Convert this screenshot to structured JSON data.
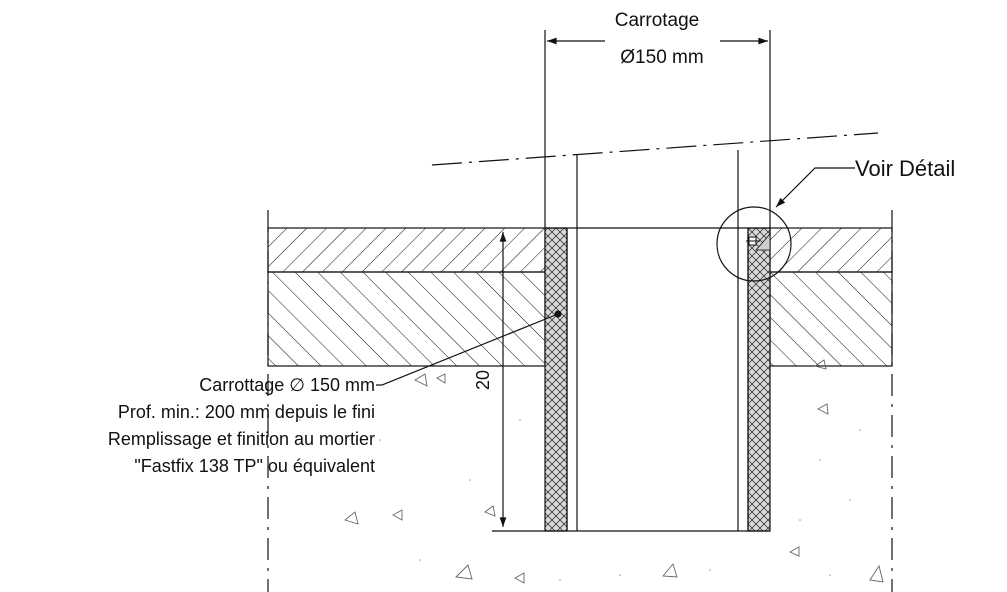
{
  "top_dimension": {
    "line1": "Carrotage",
    "line2": "Ø150 mm"
  },
  "detail_callout": {
    "label": "Voir Détail"
  },
  "vertical_dimension": {
    "value": "20"
  },
  "core_note": {
    "line1": "Carrottage ∅ 150 mm",
    "line2": "Prof. min.: 200 mm depuis le fini",
    "line3": "Remplissage et finition au mortier",
    "line4": "\"Fastfix 138 TP\" ou équivalent"
  },
  "colors": {
    "line": "#111111",
    "fill_grout": "#d0d0d0",
    "background": "#ffffff"
  }
}
